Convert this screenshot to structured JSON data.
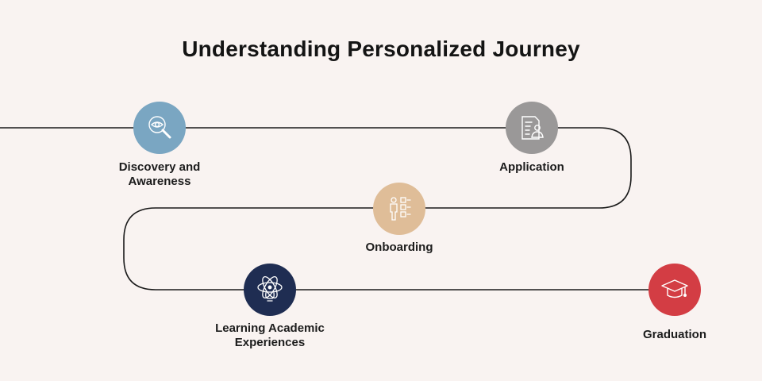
{
  "title": "Understanding Personalized Journey",
  "stages": [
    {
      "label": "Discovery and\nAwareness",
      "icon": "magnifier-eye-icon",
      "color": "#7aa6c2"
    },
    {
      "label": "Application",
      "icon": "document-person-icon",
      "color": "#9a9898"
    },
    {
      "label": "Onboarding",
      "icon": "person-checklist-icon",
      "color": "#dfbd98"
    },
    {
      "label": "Learning Academic\nExperiences",
      "icon": "lightbulb-atom-icon",
      "color": "#1f2d52"
    },
    {
      "label": "Graduation",
      "icon": "graduation-cap-icon",
      "color": "#d33d44"
    }
  ]
}
